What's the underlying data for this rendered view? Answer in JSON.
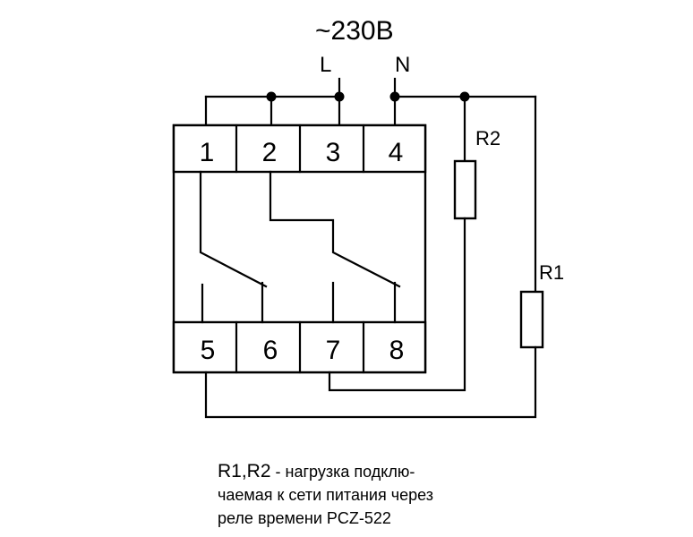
{
  "supply": {
    "voltage": "~230В",
    "line": "L",
    "neutral": "N"
  },
  "terminals_top": [
    "1",
    "2",
    "3",
    "4"
  ],
  "terminals_bottom": [
    "5",
    "6",
    "7",
    "8"
  ],
  "loads": {
    "r1": "R1",
    "r2": "R2"
  },
  "note": {
    "lead": "R1,R2",
    "line1": " - нагрузка подклю-",
    "line2": "чаемая к сети питания через",
    "line3": "реле времени PCZ-522"
  }
}
